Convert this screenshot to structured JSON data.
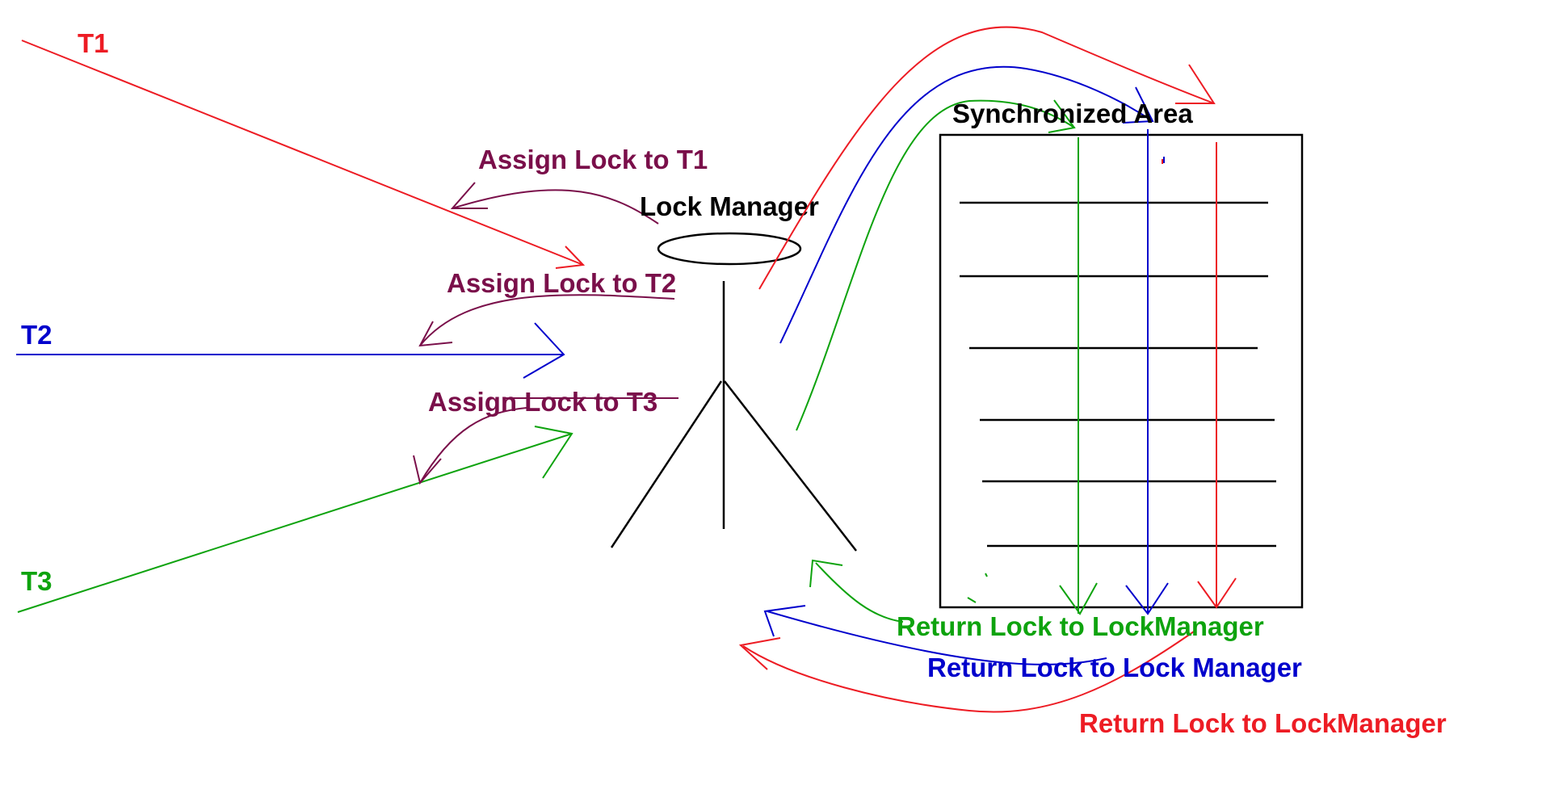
{
  "colors": {
    "t1": "#ed1c24",
    "t2": "#0000cc",
    "t3": "#0ea30e",
    "assign": "#7a0f4a",
    "ink": "#000000"
  },
  "threads": {
    "t1": "T1",
    "t2": "T2",
    "t3": "T3"
  },
  "lock_manager": {
    "label": "Lock Manager",
    "figure_icon": "stick-figure-icon"
  },
  "sync_area": {
    "label": "Synchronized Area",
    "rows": 6
  },
  "assign": {
    "t1": "Assign Lock to T1",
    "t2": "Assign Lock to T2",
    "t3": "Assign Lock to T3"
  },
  "return_labels": {
    "t3": "Return Lock to LockManager",
    "t2": "Return Lock to Lock Manager",
    "t1": "Return Lock to LockManager"
  }
}
